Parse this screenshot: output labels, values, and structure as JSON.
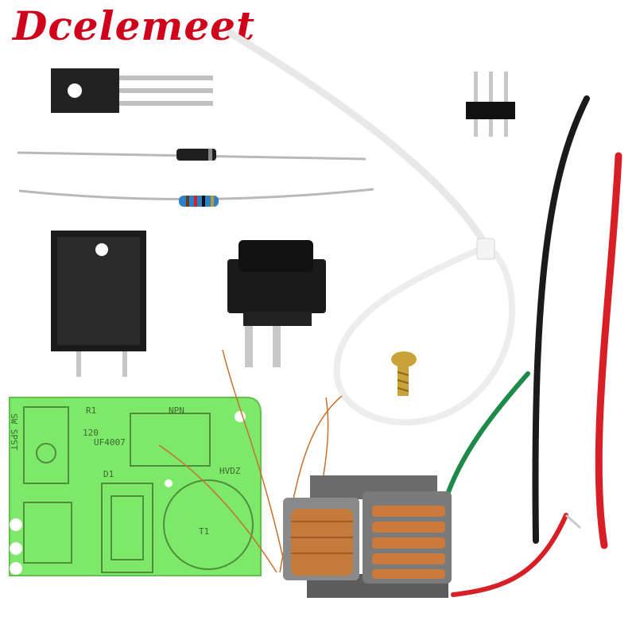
{
  "brand": {
    "name": "Dcelemeet",
    "color": "#d0021b"
  },
  "pcb": {
    "color": "#7ee86a",
    "labels": {
      "switch": "SW SPST",
      "resistor": "R1",
      "resistor_value": "120",
      "diode_name": "UF4007",
      "diode_ref": "D1",
      "transistor": "NPN",
      "coil": "T1",
      "hv": "HVDZ"
    }
  },
  "wires": {
    "black": "#1a1a1a",
    "red": "#d81f26",
    "green": "#1e8a4a",
    "white": "#f2f2f2"
  }
}
